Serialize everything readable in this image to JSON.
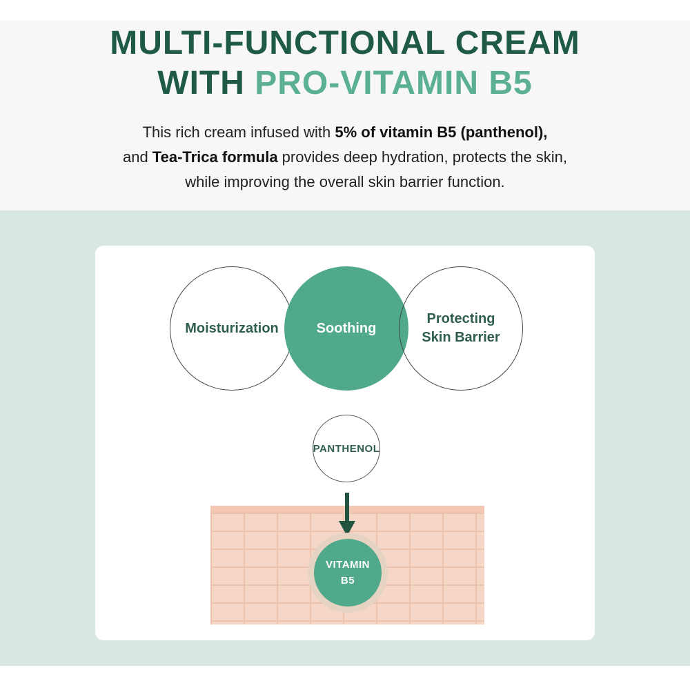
{
  "header": {
    "title_line1": "MULTI-FUNCTIONAL CREAM",
    "title_line2_prefix": "WITH ",
    "title_line2_accent": "PRO-VITAMIN B5"
  },
  "intro": {
    "line1_a": "This rich cream infused with ",
    "line1_b": "5% of vitamin B5 (panthenol),",
    "line2_a": "and ",
    "line2_b": "Tea-Trica formula",
    "line2_c": " provides deep hydration, protects the skin,",
    "line3": "while improving the overall skin barrier function."
  },
  "benefits": [
    {
      "label": "Moisturization"
    },
    {
      "label": "Soothing"
    },
    {
      "label_line1": "Protecting",
      "label_line2": "Skin Barrier"
    }
  ],
  "ingredient": "PANTHENOL",
  "result": {
    "line1": "VITAMIN",
    "line2": "B5"
  },
  "colors": {
    "dark_green": "#1e5a45",
    "accent_green": "#5bb091",
    "circle_fill": "#4fa98a",
    "panel_bg": "#d9e7e2",
    "skin": "#f6d6c6"
  }
}
